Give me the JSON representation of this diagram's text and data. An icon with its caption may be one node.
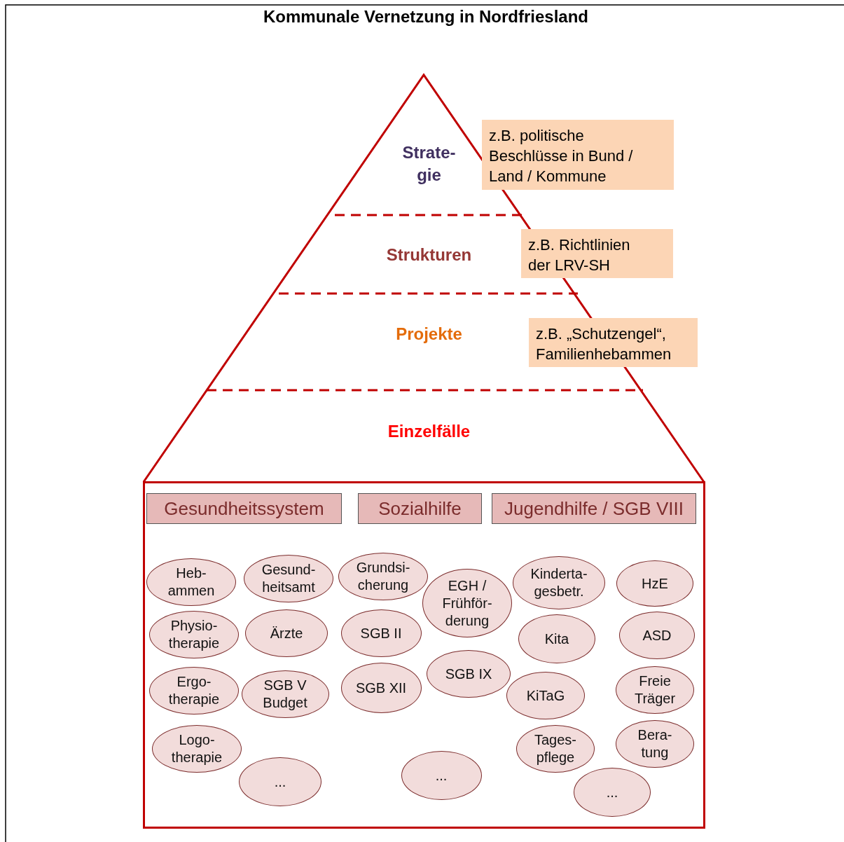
{
  "diagram": {
    "title": "Kommunale Vernetzung in Nordfriesland",
    "nodes": [
      {
        "text": [
          "Strate- gie"
        ]
      },
      {
        "text": [
          "z.B. politische Beschlüsse in Bund / Land / Kommune"
        ]
      },
      {
        "text": [
          "Strukturen"
        ]
      },
      {
        "text": [
          "z.B. Richtlinien der LRV-SH"
        ]
      },
      {
        "text": [
          "Projekte"
        ]
      },
      {
        "text": [
          "z.B. „Schutzengel“, Familienhebammen"
        ]
      },
      {
        "text": [
          "Einzelfälle"
        ]
      },
      {
        "text": [],
        "shape": "box"
      },
      {
        "text": [
          "Gesundheitssystem"
        ],
        "in": 7
      },
      {
        "text": [
          "Sozialhilfe"
        ],
        "in": 7
      },
      {
        "text": [
          "Jugendhilfe / SGB VIII"
        ],
        "in": 7
      },
      {
        "text": [
          "Heb- ammen"
        ],
        "in": 7
      },
      {
        "text": [
          "Physio- therapie"
        ],
        "in": 7
      },
      {
        "text": [
          "Ergo- therapie"
        ],
        "in": 7
      },
      {
        "text": [
          "Logo- therapie"
        ],
        "in": 7
      },
      {
        "text": [
          "Gesund- heitsamt"
        ],
        "in": 7
      },
      {
        "text": [
          "Ärzte"
        ],
        "in": 7
      },
      {
        "text": [
          "SGB V Budget"
        ],
        "in": 7
      },
      {
        "text": [
          "..."
        ],
        "in": 7
      },
      {
        "text": [
          "Grundsi- cherung"
        ],
        "in": 7
      },
      {
        "text": [
          "SGB II"
        ],
        "in": 7
      },
      {
        "text": [
          "SGB XII"
        ],
        "in": 7
      },
      {
        "text": [
          "EGH / Frühför- derung"
        ],
        "in": 7
      },
      {
        "text": [
          "SGB IX"
        ],
        "in": 7
      },
      {
        "text": [
          "..."
        ],
        "in": 7
      },
      {
        "text": [
          "Kinderta- gesbetr."
        ],
        "in": 7
      },
      {
        "text": [
          "Kita"
        ],
        "in": 7
      },
      {
        "text": [
          "KiTaG"
        ],
        "in": 7
      },
      {
        "text": [
          "Tages- pflege"
        ],
        "in": 7
      },
      {
        "text": [
          "..."
        ],
        "in": 7
      },
      {
        "text": [
          "HzE"
        ],
        "in": 7
      },
      {
        "text": [
          "ASD"
        ],
        "in": 7
      },
      {
        "text": [
          "Freie Träger"
        ],
        "in": 7
      },
      {
        "text": [
          "Bera- tung"
        ],
        "in": 7
      }
    ]
  }
}
